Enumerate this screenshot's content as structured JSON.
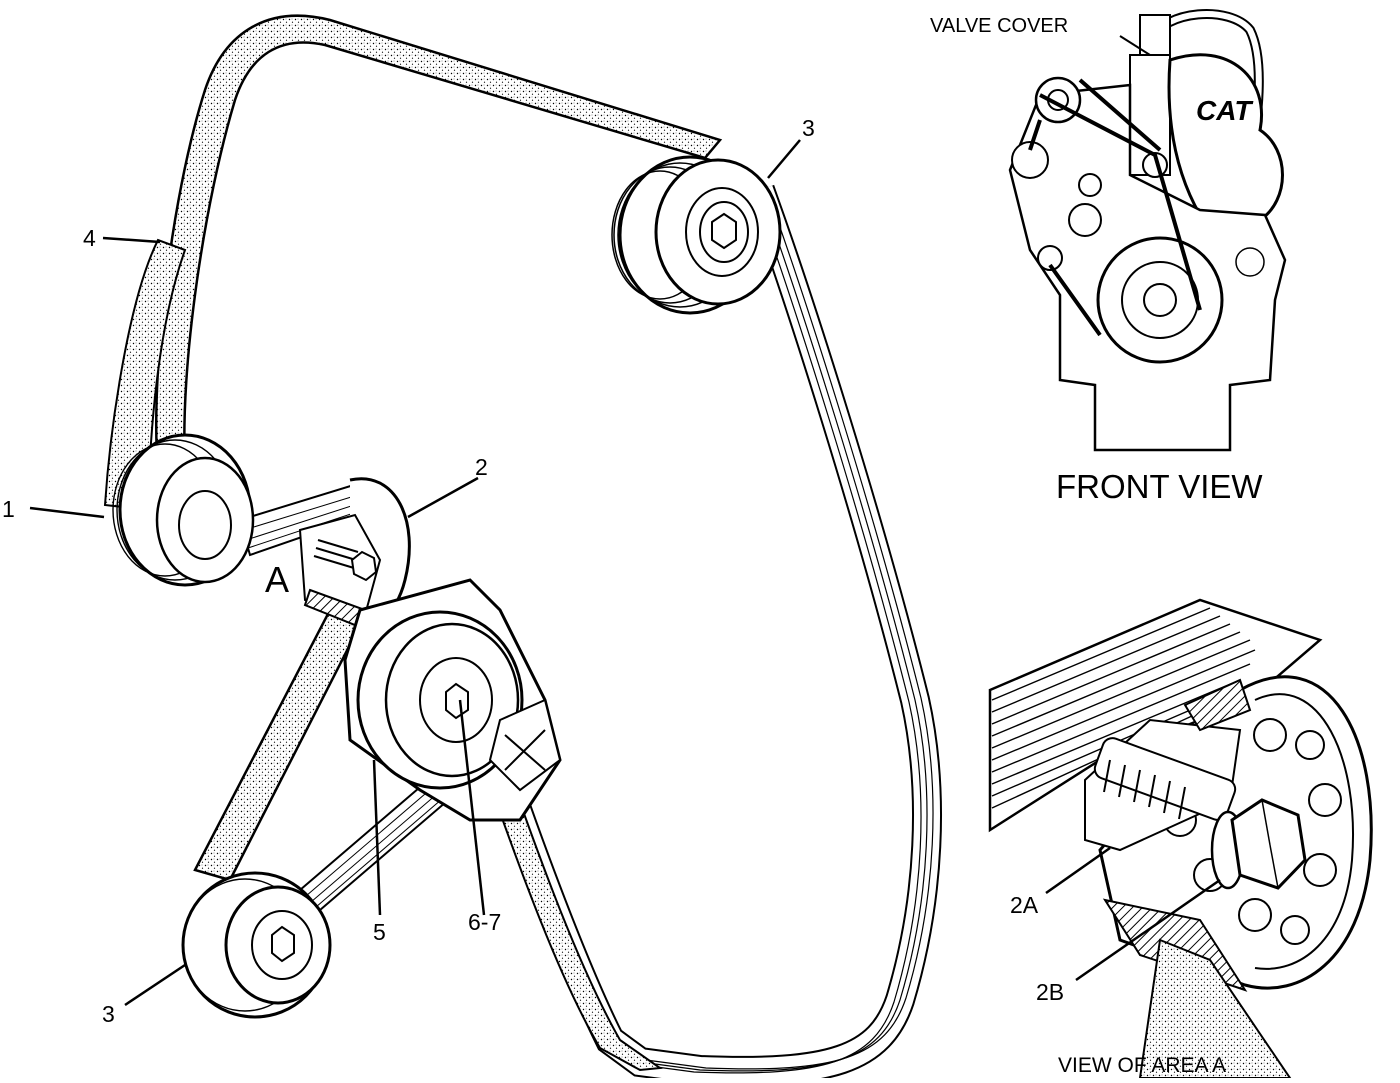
{
  "labels": {
    "valve_cover": "VALVE COVER",
    "front_view": "FRONT VIEW",
    "view_of_area": "VIEW OF AREA  A",
    "area_marker": "A",
    "callout_1": "1",
    "callout_2": "2",
    "callout_3_top": "3",
    "callout_3_bottom": "3",
    "callout_4": "4",
    "callout_5": "5",
    "callout_6_7": "6-7",
    "callout_2a": "2A",
    "callout_2b": "2B",
    "logo_text": "CAT"
  }
}
